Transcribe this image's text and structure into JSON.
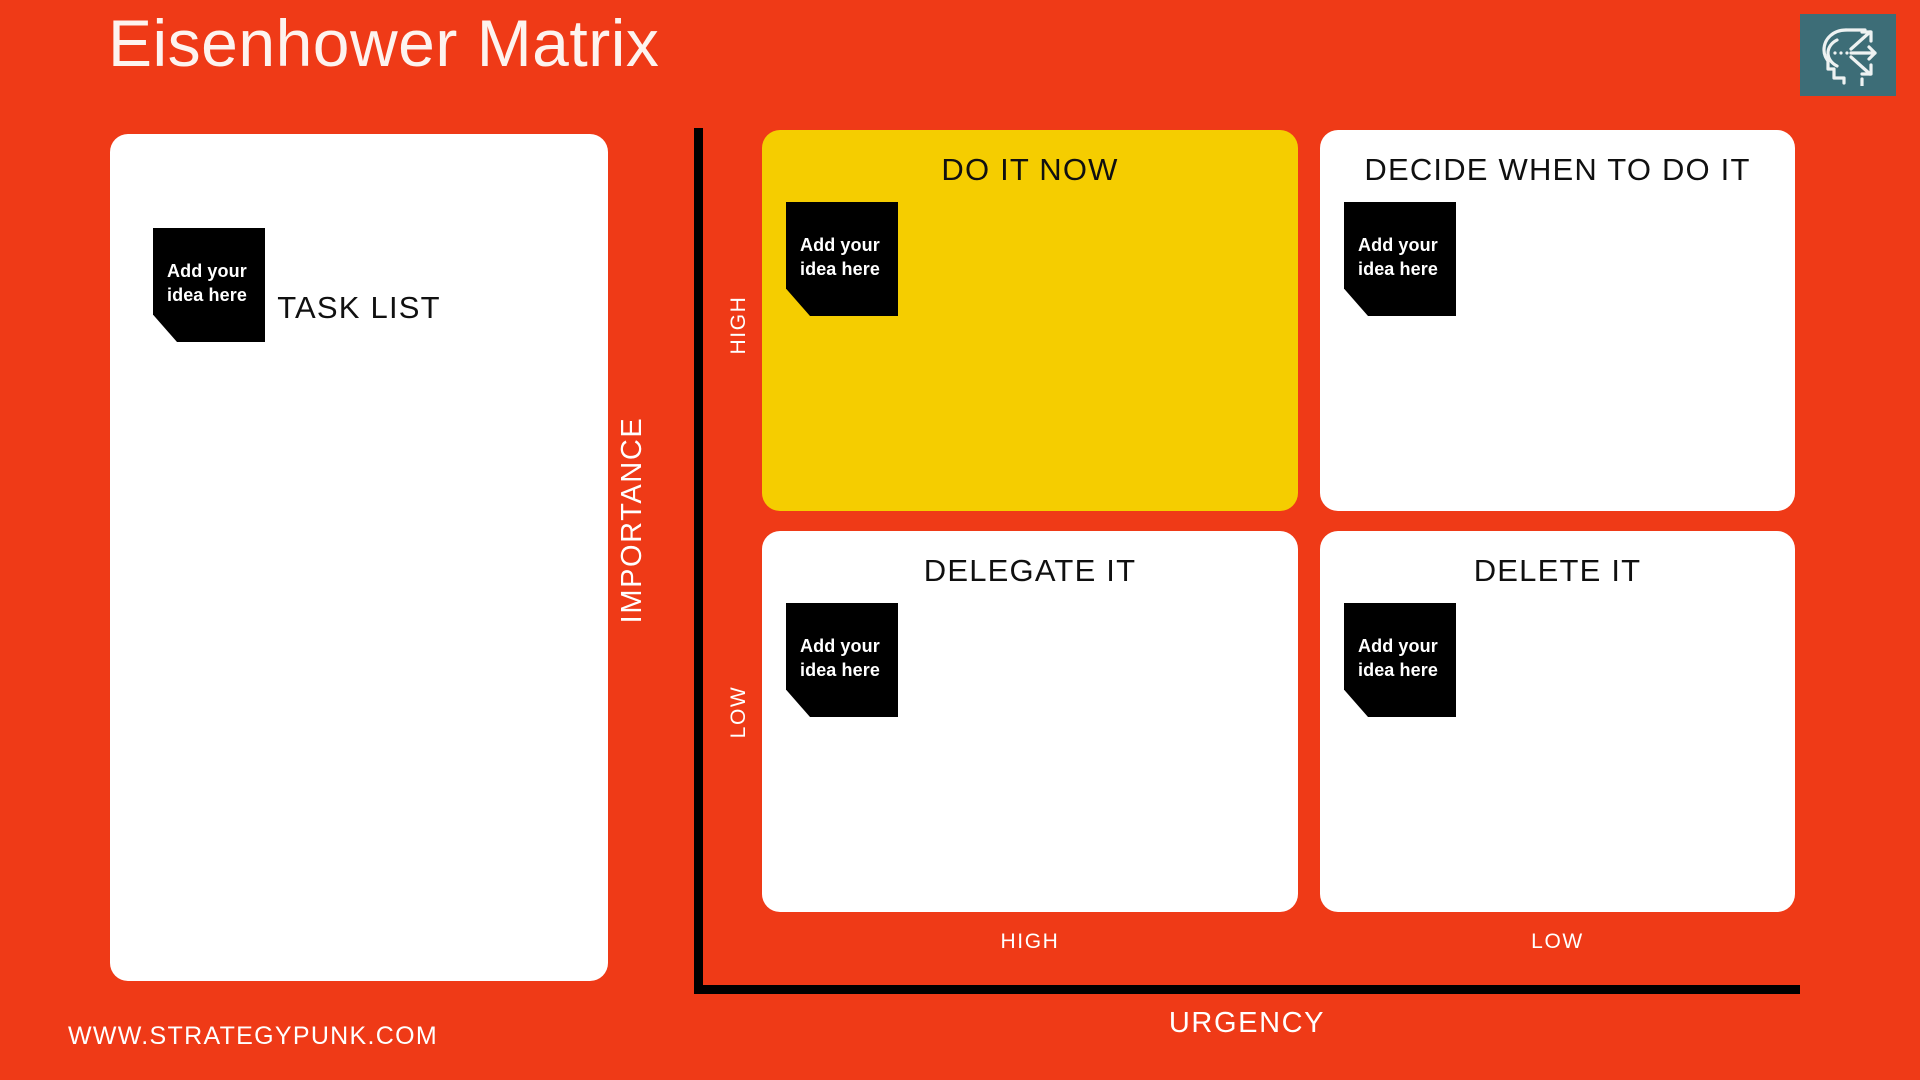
{
  "theme": {
    "background_color": "#EF3A17",
    "card_color": "#FFFFFF",
    "highlight_color": "#F5CD00",
    "note_color": "#000000",
    "axis_color": "#000000",
    "logo_color": "#3D6D77"
  },
  "header": {
    "title": "Eisenhower Matrix",
    "logo_icon": "head-profile-arrows-icon"
  },
  "task_list": {
    "title": "TASK LIST",
    "note": "Add your\nidea here"
  },
  "axes": {
    "y_title": "IMPORTANCE",
    "x_title": "URGENCY",
    "y_ticks": [
      "HIGH",
      "LOW"
    ],
    "x_ticks": [
      "HIGH",
      "LOW"
    ]
  },
  "quadrants": [
    {
      "id": "do-it-now",
      "title": "DO IT NOW",
      "note": "Add your\nidea here",
      "importance": "HIGH",
      "urgency": "HIGH",
      "highlighted": true
    },
    {
      "id": "decide-when-to-do-it",
      "title": "DECIDE WHEN TO DO IT",
      "note": "Add your\nidea here",
      "importance": "HIGH",
      "urgency": "LOW",
      "highlighted": false
    },
    {
      "id": "delegate-it",
      "title": "DELEGATE IT",
      "note": "Add your\nidea here",
      "importance": "LOW",
      "urgency": "HIGH",
      "highlighted": false
    },
    {
      "id": "delete-it",
      "title": "DELETE IT",
      "note": "Add your\nidea here",
      "importance": "LOW",
      "urgency": "LOW",
      "highlighted": false
    }
  ],
  "footer": {
    "url": "WWW.STRATEGYPUNK.COM"
  }
}
